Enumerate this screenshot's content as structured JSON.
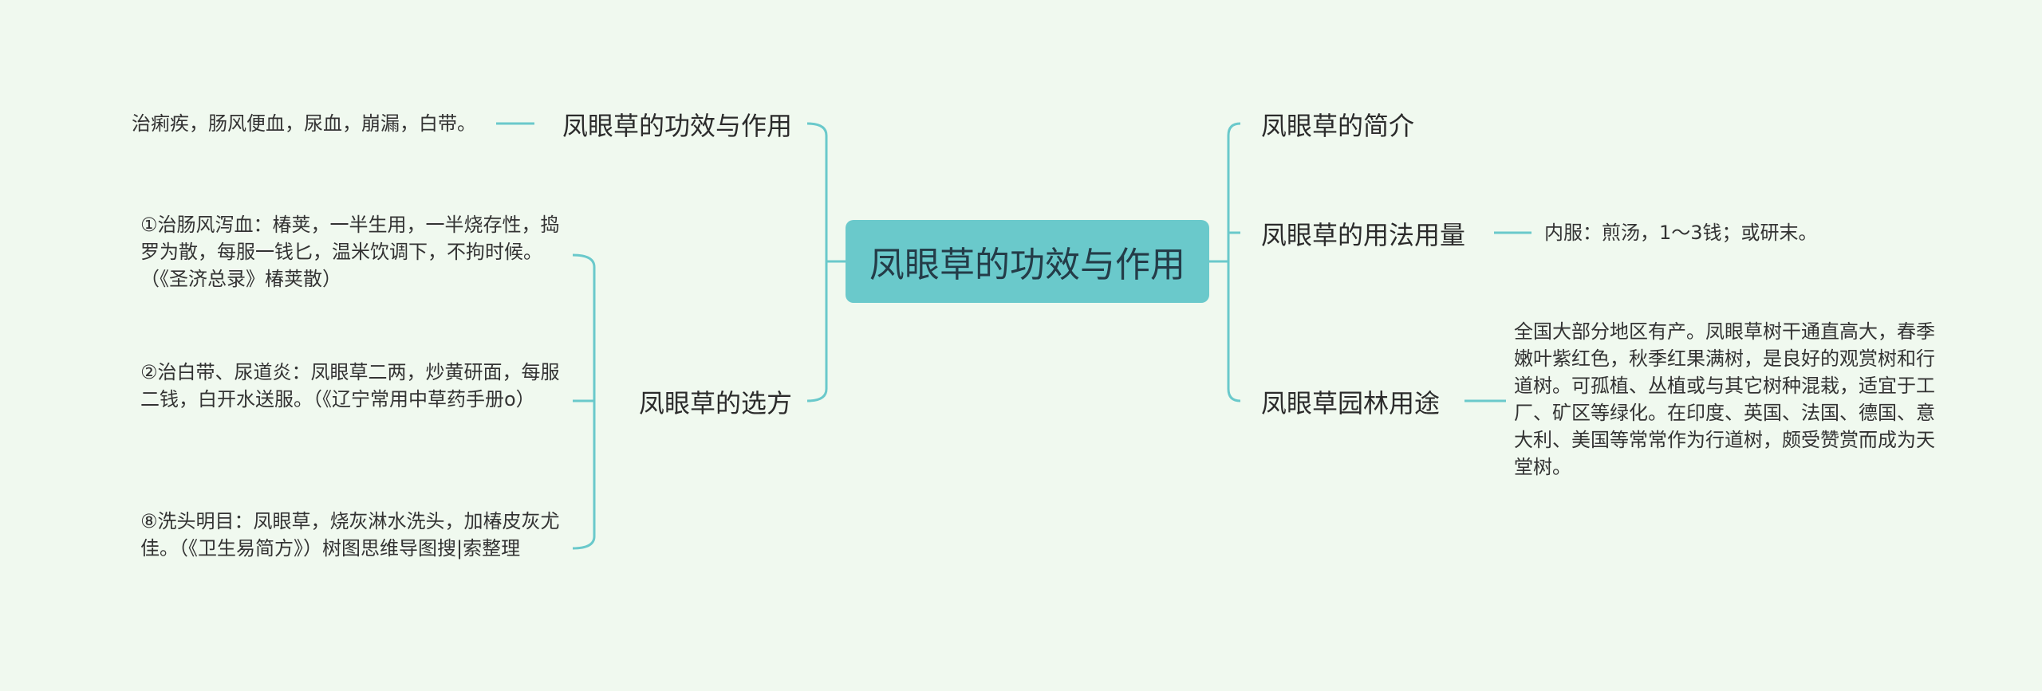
{
  "root": {
    "label": "凤眼草的功效与作用"
  },
  "left": [
    {
      "label": "凤眼草的功效与作用",
      "children": [
        "治痢疾，肠风便血，尿血，崩漏，白带。"
      ]
    },
    {
      "label": "凤眼草的选方",
      "children": [
        "①治肠风泻血：椿荚，一半生用，一半烧存性，捣罗为散，每服一钱匕，温米饮调下，不拘时候。（《圣济总录》椿荚散）",
        "②治白带、尿道炎：凤眼草二两，炒黄研面，每服二钱，白开水送服。（《辽宁常用中草药手册o）",
        "⑧洗头明目：凤眼草，烧灰淋水洗头，加椿皮灰尤佳。（《卫生易简方》）树图思维导图搜|索整理"
      ]
    }
  ],
  "right": [
    {
      "label": "凤眼草的简介",
      "children": []
    },
    {
      "label": "凤眼草的用法用量",
      "children": [
        "内服：煎汤，1～3钱；或研末。"
      ]
    },
    {
      "label": "凤眼草园林用途",
      "children": [
        "全国大部分地区有产。凤眼草树干通直高大，春季嫩叶紫红色，秋季红果满树，是良好的观赏树和行道树。可孤植、丛植或与其它树种混栽，适宜于工厂、矿区等绿化。在印度、英国、法国、德国、意大利、美国等常常作为行道树，颇受赞赏而成为天堂树。"
      ]
    }
  ],
  "colors": {
    "background": "#f0f9ef",
    "root_fill": "#6ac9cb",
    "connector": "#6ac9cb"
  }
}
